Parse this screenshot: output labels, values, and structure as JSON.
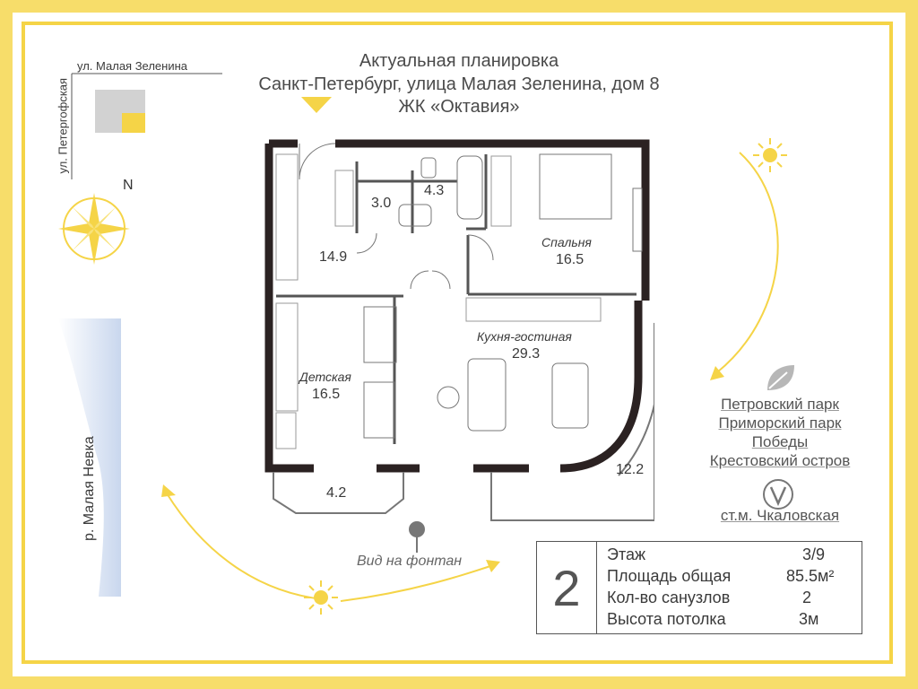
{
  "header": {
    "line1": "Актуальная планировка",
    "line2": "Санкт-Петербург, улица Малая Зеленина, дом 8",
    "line3": "ЖК «Октавия»"
  },
  "streets": {
    "top": "ул. Малая Зеленина",
    "left": "ул. Петергофская",
    "river": "р. Малая Невка"
  },
  "compass": {
    "north": "N"
  },
  "rooms": {
    "bath1": "3.0",
    "bath2": "4.3",
    "hall": "14.9",
    "bedroom_name": "Спальня",
    "bedroom_area": "16.5",
    "kitchen_name": "Кухня-гостиная",
    "kitchen_area": "29.3",
    "kids_name": "Детская",
    "kids_area": "16.5",
    "balcony1": "4.2",
    "balcony2": "12.2"
  },
  "view": "Вид на фонтан",
  "places": [
    "Петровский парк",
    "Приморский парк",
    "Победы",
    "Крестовский остров"
  ],
  "metro": "ст.м. Чкаловская",
  "info": {
    "rooms_count": "2",
    "rows": [
      {
        "k": "Этаж",
        "v": "3/9"
      },
      {
        "k": "Площадь общая",
        "v": "85.5м²"
      },
      {
        "k": "Кол-во санузлов",
        "v": "2"
      },
      {
        "k": "Высота потолка",
        "v": "3м"
      }
    ]
  },
  "colors": {
    "accent": "#f5d447",
    "wall": "#2b2222",
    "text": "#3a3a3a"
  }
}
